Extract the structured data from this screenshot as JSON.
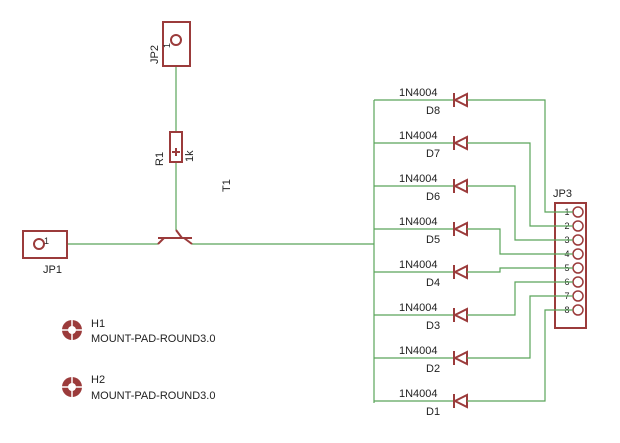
{
  "colors": {
    "wire": "#5aa55a",
    "part": "#9b3b3b",
    "pad_fill": "#ffffff",
    "text": "#222222"
  },
  "components": {
    "jp1": {
      "name": "JP1",
      "pin": "1"
    },
    "jp2": {
      "name": "JP2",
      "pin": "1"
    },
    "jp3": {
      "name": "JP3",
      "pins": [
        "1",
        "2",
        "3",
        "4",
        "5",
        "6",
        "7",
        "8"
      ]
    },
    "r1": {
      "name": "R1",
      "value": "1k"
    },
    "t1": {
      "name": "T1"
    },
    "h1": {
      "name": "H1",
      "package": "MOUNT-PAD-ROUND3.0"
    },
    "h2": {
      "name": "H2",
      "package": "MOUNT-PAD-ROUND3.0"
    },
    "diodes": [
      {
        "name": "D8",
        "value": "1N4004"
      },
      {
        "name": "D7",
        "value": "1N4004"
      },
      {
        "name": "D6",
        "value": "1N4004"
      },
      {
        "name": "D5",
        "value": "1N4004"
      },
      {
        "name": "D4",
        "value": "1N4004"
      },
      {
        "name": "D3",
        "value": "1N4004"
      },
      {
        "name": "D2",
        "value": "1N4004"
      },
      {
        "name": "D1",
        "value": "1N4004"
      }
    ]
  }
}
